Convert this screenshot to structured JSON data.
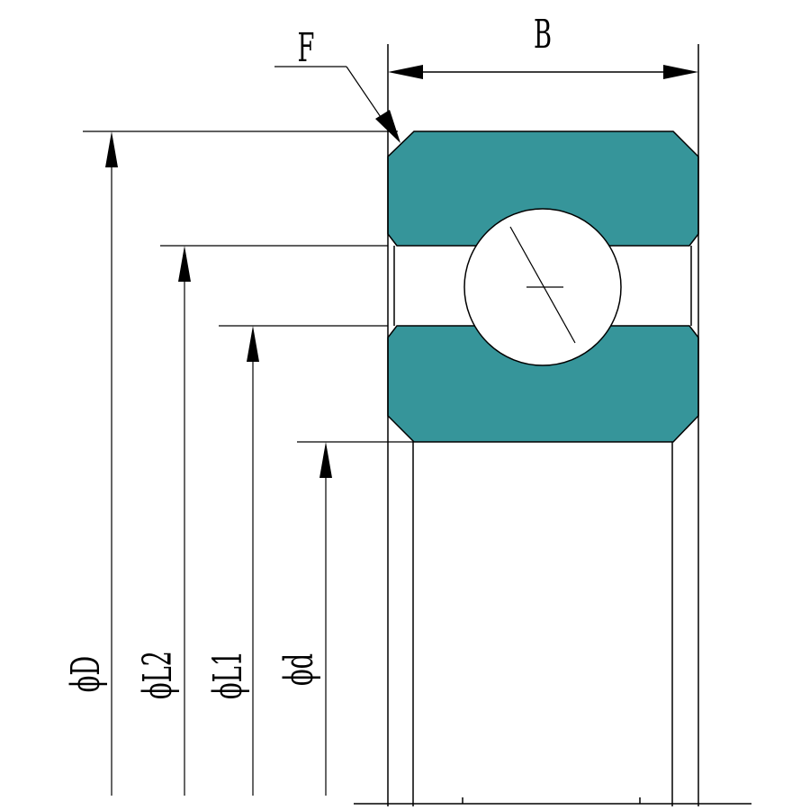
{
  "labels": {
    "F": "F",
    "B": "B",
    "phiD": "ϕD",
    "phiL2": "ϕL2",
    "phiL1": "ϕL1",
    "phid": "ϕd"
  },
  "colors": {
    "ring": "#36959a",
    "line": "#000000",
    "background": "#ffffff"
  }
}
